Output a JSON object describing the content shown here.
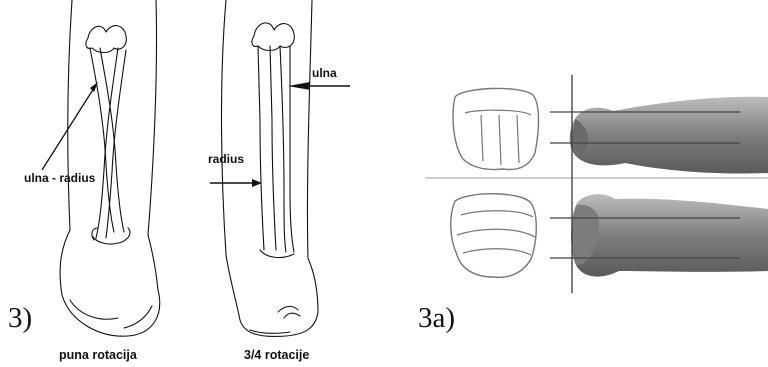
{
  "figure_left": {
    "number": "3)",
    "annotations": {
      "ulna_radius": "ulna - radius",
      "ulna": "ulna",
      "radius": "radius"
    },
    "captions": {
      "full_rotation": "puna rotacija",
      "three_quarter_rotation": "3/4 rotacije"
    }
  },
  "figure_right": {
    "number": "3a)"
  },
  "colors": {
    "ink": "#111111",
    "skin_shade": "#8c8c8c",
    "skin_dark": "#5a5a5a",
    "guide_line": "#4a4a4a",
    "divider": "#bdbdbd"
  },
  "icons": [
    "forearm-bones-full-rotation",
    "forearm-bones-three-quarter-rotation",
    "fist-outline-icon",
    "photo-forearm-fist"
  ]
}
